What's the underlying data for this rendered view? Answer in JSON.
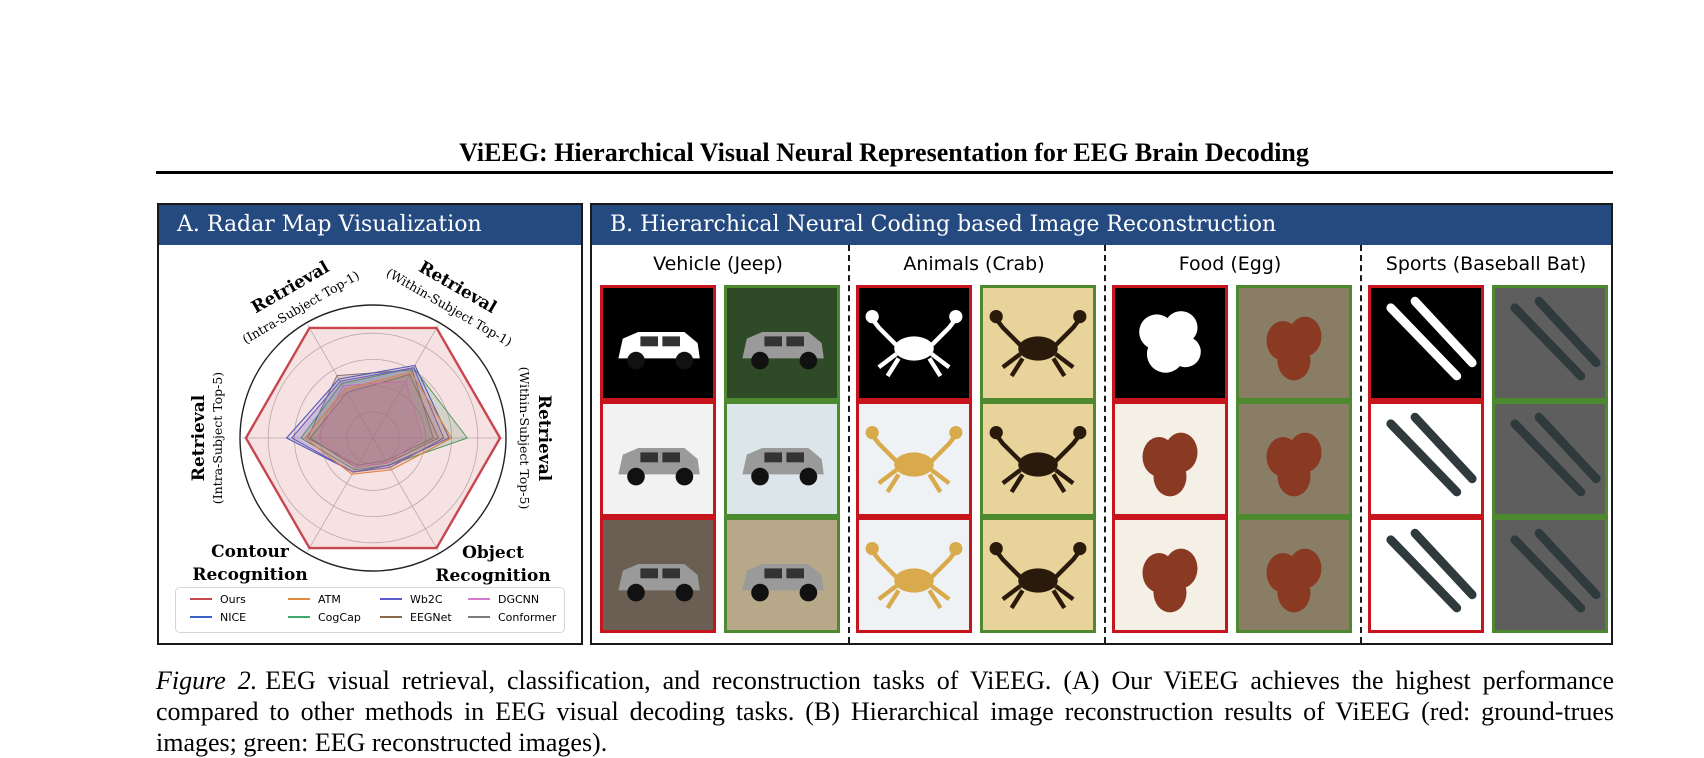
{
  "title": "ViEEG: Hierarchical Visual Neural Representation for EEG Brain Decoding",
  "panel_a": {
    "heading": "A. Radar Map Visualization",
    "axes": [
      {
        "label": "Retrieval",
        "sublabel": "(Intra-Subject Top-1)"
      },
      {
        "label": "Retrieval",
        "sublabel": "(Within-Subject Top-1)"
      },
      {
        "label": "Retrieval",
        "sublabel": "(Within-Subject Top-5)"
      },
      {
        "label": "Object",
        "sublabel": "Recognition"
      },
      {
        "label": "Contour",
        "sublabel": "Recognition"
      },
      {
        "label": "Retrieval",
        "sublabel": "(Intra-Subject Top-5)"
      }
    ],
    "legend": [
      {
        "name": "Ours",
        "color": "#c8474f"
      },
      {
        "name": "ATM",
        "color": "#e08a3c"
      },
      {
        "name": "Wb2C",
        "color": "#5a5ad0"
      },
      {
        "name": "DGCNN",
        "color": "#d67ad0"
      },
      {
        "name": "NICE",
        "color": "#3a5fc8"
      },
      {
        "name": "CogCap",
        "color": "#3da86a"
      },
      {
        "name": "EEGNet",
        "color": "#8a6a4a"
      },
      {
        "name": "Conformer",
        "color": "#7a7a7a"
      }
    ]
  },
  "panel_b": {
    "heading": "B. Hierarchical Neural Coding based Image Reconstruction",
    "categories": [
      {
        "title": "Vehicle (Jeep)",
        "images": [
          {
            "icon": "jeep-silhouette-mask-image"
          },
          {
            "icon": "suv-reconstruction-image"
          },
          {
            "icon": "jeep-photo-image"
          },
          {
            "icon": "jeep-reconstruction-image"
          },
          {
            "icon": "jeep-photo-image"
          },
          {
            "icon": "jeep-reconstruction-image"
          }
        ]
      },
      {
        "title": "Animals (Crab)",
        "images": [
          {
            "icon": "crab-silhouette-mask-image"
          },
          {
            "icon": "crab-reconstruction-image"
          },
          {
            "icon": "crab-photo-image"
          },
          {
            "icon": "crab-reconstruction-image"
          },
          {
            "icon": "crab-photo-image"
          },
          {
            "icon": "crab-reconstruction-image"
          }
        ]
      },
      {
        "title": "Food (Egg)",
        "images": [
          {
            "icon": "egg-silhouette-mask-image"
          },
          {
            "icon": "egg-reconstruction-image"
          },
          {
            "icon": "egg-photo-image"
          },
          {
            "icon": "egg-reconstruction-image"
          },
          {
            "icon": "egg-photo-image"
          },
          {
            "icon": "egg-reconstruction-image"
          }
        ]
      },
      {
        "title": "Sports (Baseball Bat)",
        "images": [
          {
            "icon": "bat-silhouette-mask-image"
          },
          {
            "icon": "bat-reconstruction-image"
          },
          {
            "icon": "bat-photo-image"
          },
          {
            "icon": "bat-reconstruction-image"
          },
          {
            "icon": "bat-photo-image"
          },
          {
            "icon": "bat-reconstruction-image"
          }
        ]
      }
    ],
    "ground_truth_border_color": "#c8141c",
    "reconstruction_border_color": "#4d8a2f"
  },
  "caption": {
    "label": "Figure 2.",
    "text": "EEG visual retrieval, classification, and reconstruction tasks of ViEEG. (A) Our ViEEG achieves the highest performance compared to other methods in EEG visual decoding tasks. (B) Hierarchical image reconstruction results of ViEEG (red: ground-trues images; green: EEG reconstructed images)."
  }
}
